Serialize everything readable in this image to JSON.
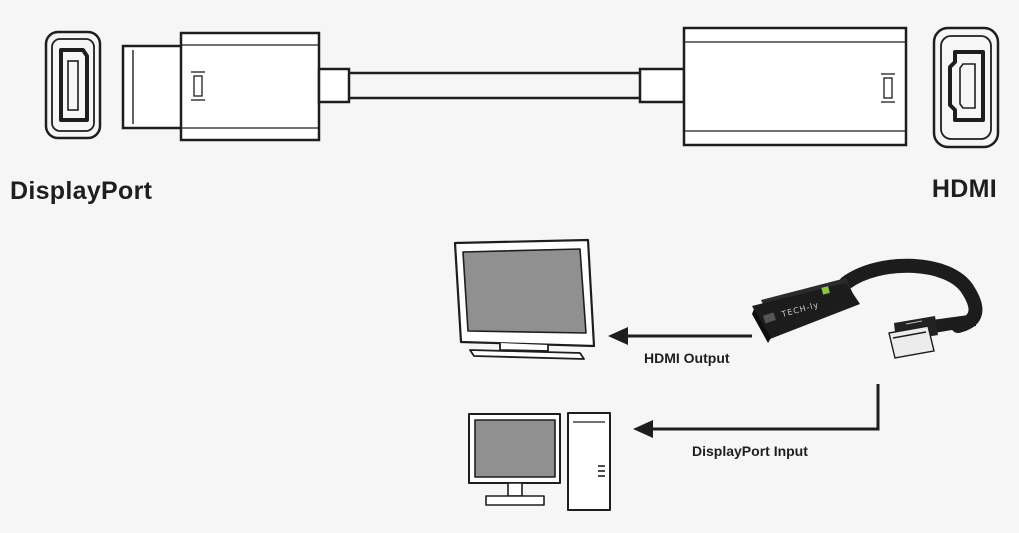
{
  "connectors": {
    "displayport_label": "DisplayPort",
    "hdmi_label": "HDMI"
  },
  "connections": {
    "output_label": "HDMI Output",
    "input_label": "DisplayPort Input"
  },
  "adapter": {
    "brand_mark": "TECH-ly"
  },
  "icons": [
    "displayport-port-icon",
    "displayport-plug-icon",
    "cable-icon",
    "hdmi-plug-icon",
    "hdmi-port-icon",
    "monitor-icon",
    "desktop-computer-icon",
    "adapter-photo-icon",
    "arrow-left-icon"
  ],
  "colors": {
    "background": "#f6f6f6",
    "line": "#1e1e1e",
    "screen": "#8f8f8f",
    "adapter_body": "#1c1c1c",
    "brand_accent": "#8bc34a"
  }
}
